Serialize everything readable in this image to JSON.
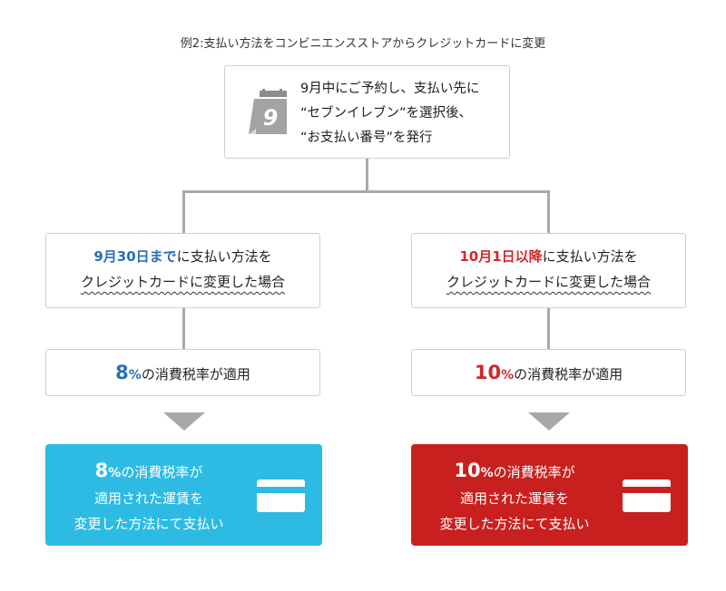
{
  "title": "例2:支払い方法をコンビニエンスストアからクレジットカードに変更",
  "top": {
    "calendar_number": "9",
    "lines": [
      "9月中にご予約し、支払い先に",
      "“セブンイレブン”を選択後、",
      "“お支払い番号”を発行"
    ]
  },
  "left": {
    "condition_highlight": "9月30日まで",
    "condition_rest": "に支払い方法を",
    "condition_line2": "クレジットカードに変更した場合",
    "rate_number": "8",
    "rate_pct": "%",
    "rate_text": "の消費税率が適用",
    "result_number": "8",
    "result_pct": "%",
    "result_line1_rest": "の消費税率が",
    "result_line2": "適用された運賃を",
    "result_line3": "変更した方法にて支払い"
  },
  "right": {
    "condition_highlight": "10月1日以降",
    "condition_rest": "に支払い方法を",
    "condition_line2": "クレジットカードに変更した場合",
    "rate_number": "10",
    "rate_pct": "%",
    "rate_text": "の消費税率が適用",
    "result_number": "10",
    "result_pct": "%",
    "result_line1_rest": "の消費税率が",
    "result_line2": "適用された運賃を",
    "result_line3": "変更した方法にて支払い"
  },
  "colors": {
    "blue": "#2a6fb5",
    "red": "#d22828",
    "result_left_bg": "#2dbbe3",
    "result_right_bg": "#c8201e",
    "connector": "#a9a9a9"
  },
  "icons": [
    "calendar-icon",
    "credit-card-icon"
  ]
}
